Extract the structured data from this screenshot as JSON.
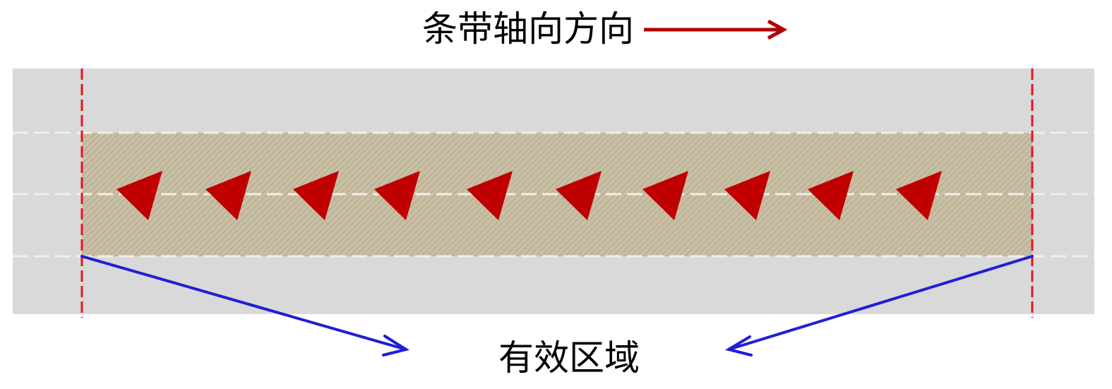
{
  "labels": {
    "axial_direction": "条带轴向方向",
    "effective_region": "有效区域"
  },
  "colors": {
    "background_strip": "#d9d9d9",
    "fabric_band": "#c8bfa6",
    "fabric_hatch": "#b3a986",
    "dashed_line": "#f2f0e4",
    "boundary_line": "#e8141c",
    "direction_arrow": "#b30000",
    "triangle_marker": "#c00000",
    "pointer_arrow": "#1f1fd6"
  },
  "icons": {
    "direction_arrow": "right-arrow-icon",
    "triangle_marker": "triangle-left-icon",
    "pointer_arrow": "pointer-arrow-icon"
  },
  "marker_count": 10
}
